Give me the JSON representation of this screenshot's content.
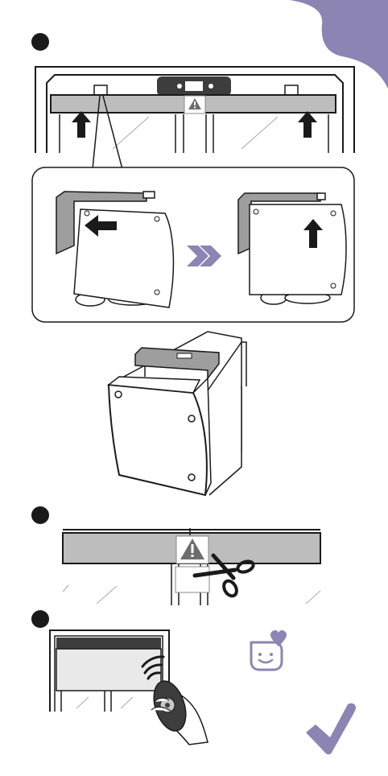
{
  "colors": {
    "accent": "#8c84b2",
    "ink": "#1a1a1a",
    "rail": "#bdbdbd"
  },
  "steps": [
    {
      "name": "step-1-mount-headrail"
    },
    {
      "name": "step-2-cut-safety-tag"
    },
    {
      "name": "step-3-pair-remote"
    }
  ],
  "icons": [
    "up-arrow-icon",
    "left-arrow-icon",
    "double-chevron-right-icon",
    "warning-icon",
    "scissors-icon",
    "wifi-signal-icon",
    "smiley-heart-icon",
    "checkmark-icon"
  ]
}
